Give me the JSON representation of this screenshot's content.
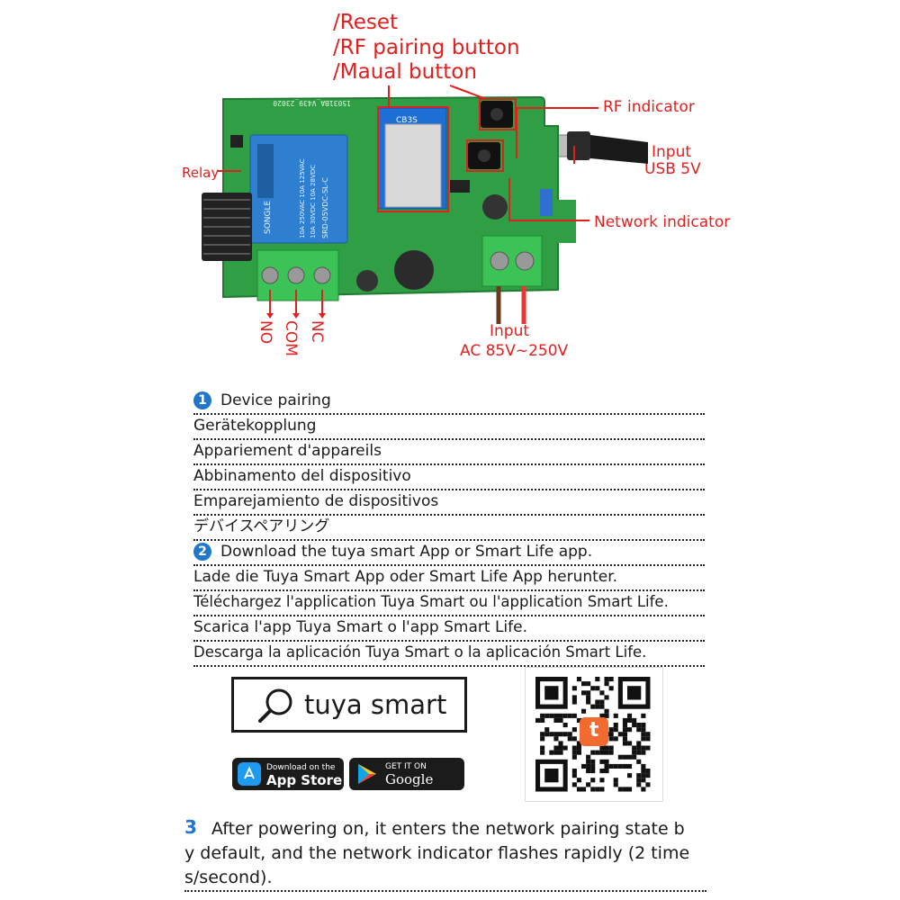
{
  "diagram": {
    "top_labels": [
      "/Reset",
      "/RF pairing button",
      "/Maual button"
    ],
    "rf_indicator": "RF indicator",
    "input_usb_line1": "Input",
    "input_usb_line2": "USB 5V",
    "network_indicator": "Network indicator",
    "relay": "Relay",
    "input_ac_line1": "Input",
    "input_ac_line2": "AC 85V~250V",
    "terminals": [
      "NO",
      "COM",
      "NC"
    ],
    "board_text": {
      "serial": "15031BA_V439_23020",
      "module_name": "CB3S",
      "relay_brand": "SONGLE",
      "relay_lines": [
        "10A 250VAC  10A 125VAC",
        "10A 30VDC  10A 28VDC",
        "SRD-05VDC-SL-C"
      ]
    },
    "colors": {
      "label_red": "#e01f1f",
      "pcb_green": "#2f9e44",
      "relay_blue": "#2f7fd0"
    }
  },
  "steps": [
    {
      "number": "1",
      "lines": [
        "Device pairing",
        "Gerätekopplung",
        "Appariement d'appareils",
        "Abbinamento del dispositivo",
        "Emparejamiento de dispositivos",
        "デバイスペアリング"
      ]
    },
    {
      "number": "2",
      "lines": [
        "Download the tuya smart App or Smart Life app.",
        "Lade die Tuya Smart App oder Smart Life App herunter.",
        "Téléchargez l'application Tuya Smart ou l'application Smart Life.",
        "Scarica l'app Tuya Smart o l'app Smart Life.",
        "Descarga la aplicación Tuya Smart o la aplicación Smart Life."
      ]
    },
    {
      "number": "3",
      "lines": [
        "After powering on, it enters the network pairing state b",
        "y default, and the network indicator flashes rapidly (2 time",
        "s/second)."
      ]
    }
  ],
  "search": {
    "text": "tuya smart",
    "icon": "search-icon"
  },
  "store_badges": {
    "app_store": {
      "small": "Download on the",
      "big": "App Store",
      "icon": "apple-icon"
    },
    "google_play": {
      "small": "GET IT ON",
      "big": "Google play",
      "icon": "play-icon"
    }
  },
  "qr": {
    "logo_letter": "t",
    "logo_color": "#f26a2e"
  }
}
